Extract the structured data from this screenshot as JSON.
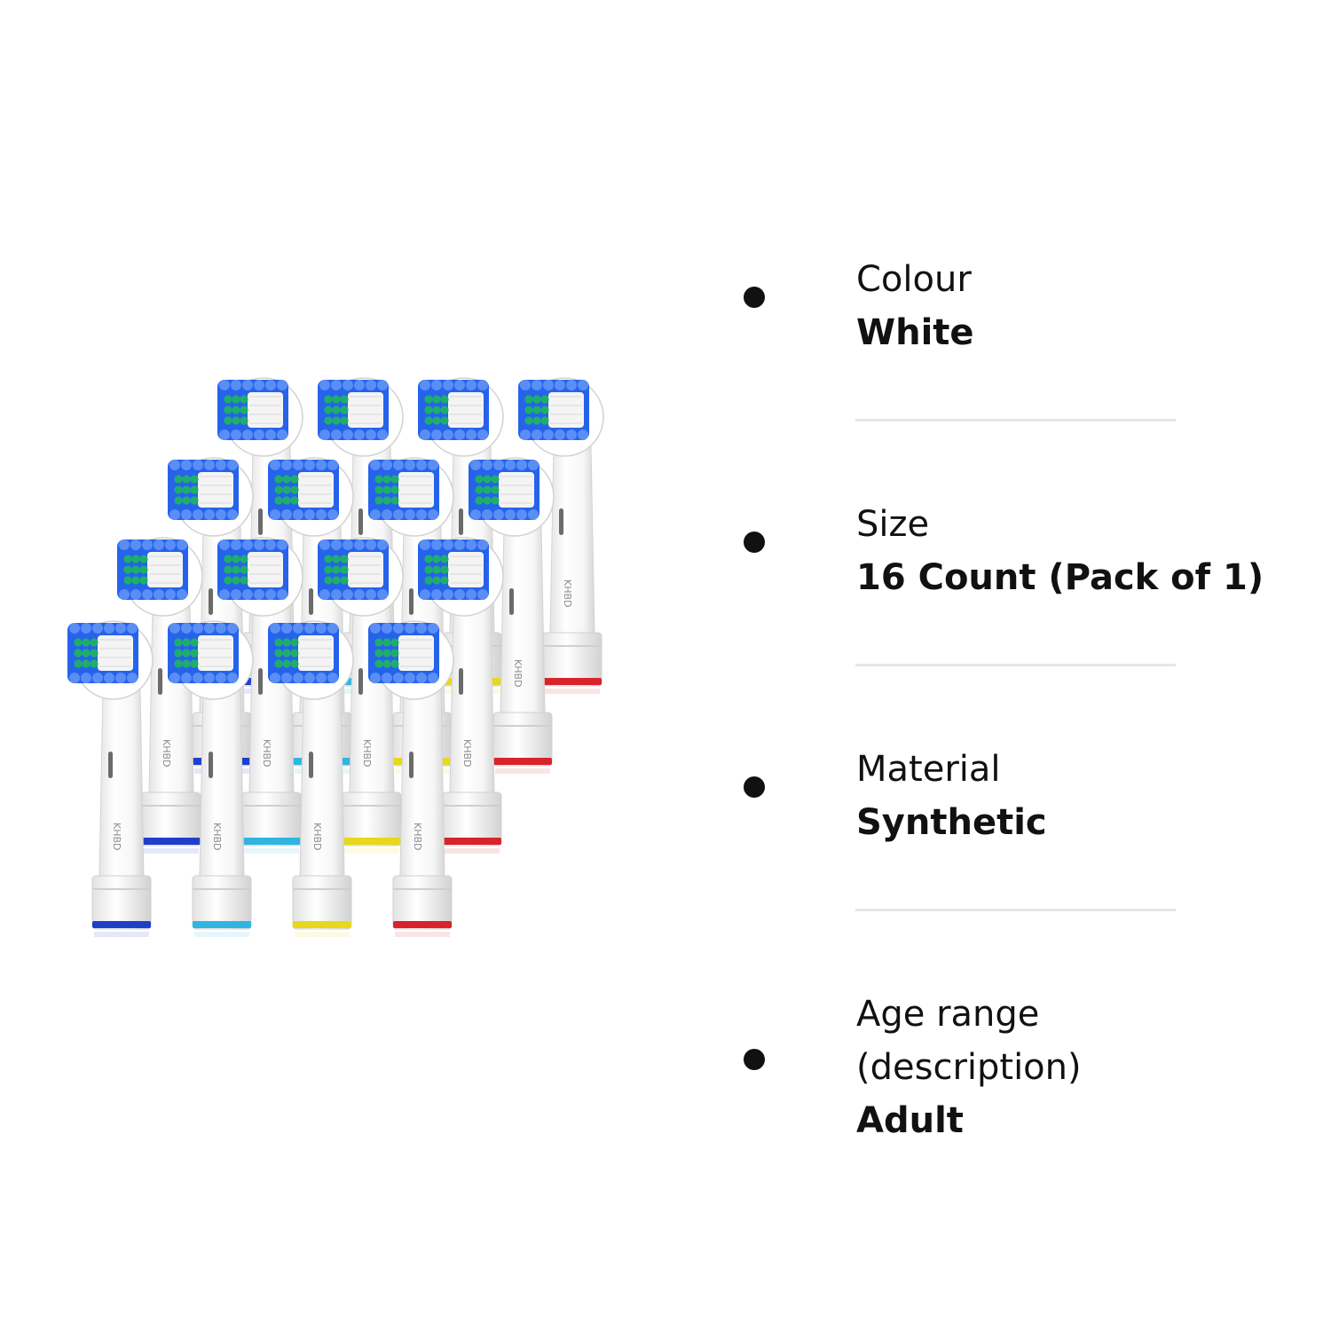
{
  "product": {
    "brand_mark": "KHBD",
    "image_alt": "16 replacement toothbrush heads arranged in rows with blue, cyan, yellow and red colour rings",
    "ring_colors": [
      "#1e40c8",
      "#2fb5e0",
      "#e8d81a",
      "#d8232a"
    ],
    "bristle_colors": {
      "outer": "#2563eb",
      "outer_light": "#5b8ef5",
      "inner": "#1fae6a",
      "white": "#f4f4f4"
    }
  },
  "attributes": [
    {
      "label": "Colour",
      "value": "White"
    },
    {
      "label": "Size",
      "value": "16 Count (Pack of 1)"
    },
    {
      "label": "Material",
      "value": "Synthetic"
    },
    {
      "label": "Age range (description)",
      "value": "Adult"
    }
  ]
}
